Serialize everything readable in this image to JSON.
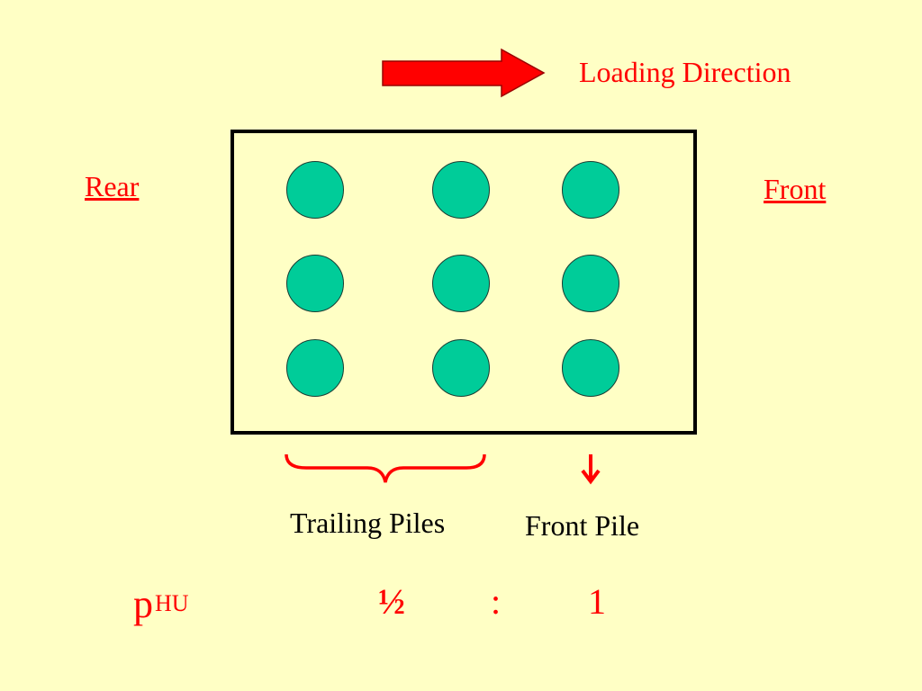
{
  "colors": {
    "background": "#ffffc5",
    "accent_red": "#ff0000",
    "text_black": "#000000",
    "pile_fill": "#00cc99",
    "cap_border": "#000000"
  },
  "loading": {
    "label": "Loading Direction"
  },
  "sides": {
    "rear": "Rear",
    "front": "Front"
  },
  "group": {
    "trailing_label": "Trailing Piles",
    "front_pile_label": "Front Pile"
  },
  "ratio": {
    "symbol": "p",
    "subscript": "HU",
    "trailing_value": "½",
    "separator": ":",
    "front_value": "1"
  }
}
